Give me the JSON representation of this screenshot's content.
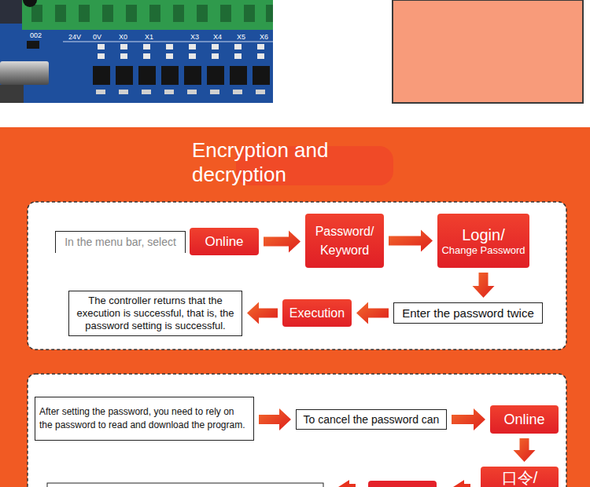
{
  "diagram": {
    "title": "Encryption and decryption",
    "nodes": [
      {
        "text": [
          "In the menu bar, select"
        ]
      },
      {
        "text": [
          "Online"
        ]
      },
      {
        "text": [
          "Password/ Keyword"
        ]
      },
      {
        "text": [
          "Login/",
          "Change Password"
        ]
      },
      {
        "text": [
          "Enter the password twice"
        ]
      },
      {
        "text": [
          "Execution"
        ]
      },
      {
        "text": [
          "The controller returns that the execution is successful, that is, the password setting is successful."
        ]
      },
      {
        "text": [
          "After setting the password, you need to rely on the password to read and download the program."
        ]
      },
      {
        "text": [
          "To cancel the password can"
        ]
      },
      {
        "text": [
          "Online"
        ]
      },
      {
        "text": [
          "口令/"
        ]
      }
    ],
    "edges": [
      {
        "from": 1,
        "to": 2,
        "arrow": "to"
      },
      {
        "from": 2,
        "to": 3,
        "arrow": "to"
      },
      {
        "from": 3,
        "to": 4,
        "arrow": "to"
      },
      {
        "from": 4,
        "to": 5,
        "arrow": "to"
      },
      {
        "from": 5,
        "to": 6,
        "arrow": "to"
      },
      {
        "from": 7,
        "to": 8,
        "arrow": "to"
      },
      {
        "from": 8,
        "to": 9,
        "arrow": "to"
      },
      {
        "from": 9,
        "to": 10,
        "arrow": "to"
      }
    ],
    "labels": [
      "002",
      "24V",
      "0V",
      "X0",
      "X1",
      "X3",
      "X4",
      "X5",
      "X6"
    ]
  }
}
